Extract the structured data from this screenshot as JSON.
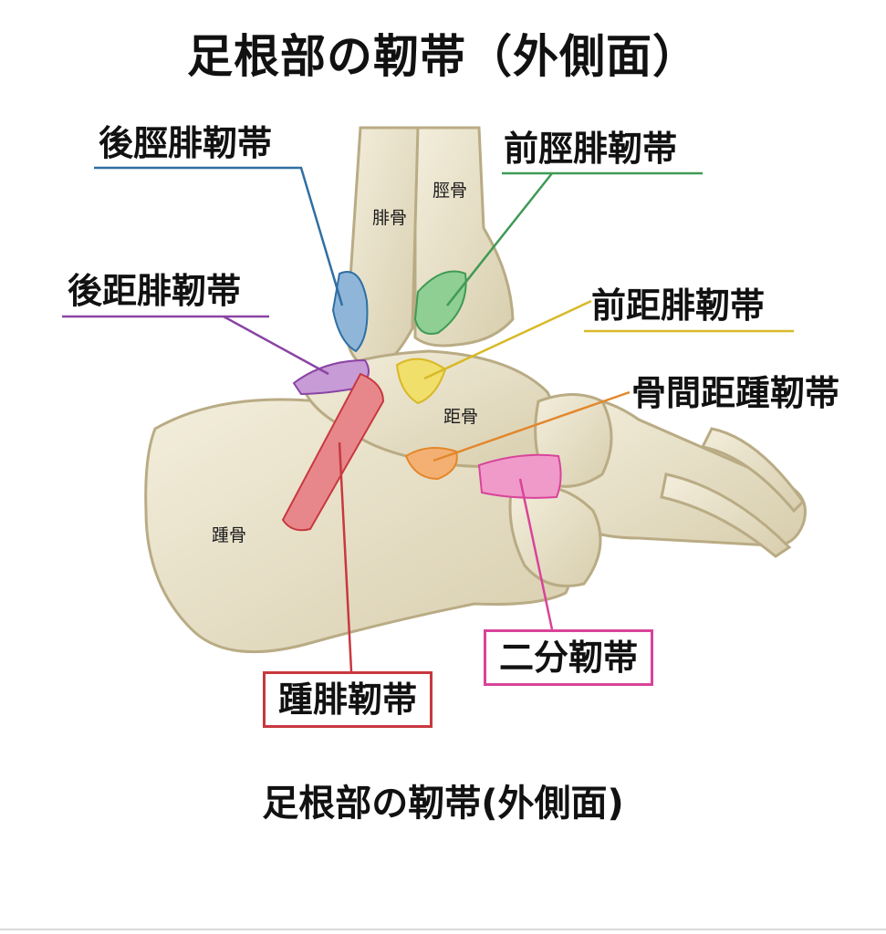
{
  "title_top": "足根部の靭帯（外側面）",
  "title_bottom": "足根部の靭帯(外側面)",
  "colors": {
    "posterior_tibiofibular": "#2f6fa3",
    "anterior_tibiofibular": "#3f9a55",
    "posterior_talofibular": "#8a44a4",
    "anterior_talofibular": "#d8b928",
    "interosseous_talocalcaneal": "#e3872b",
    "calcaneofibular": "#c8383f",
    "bifurcate": "#d8449a",
    "bone_fill": "#e9e1c8",
    "bone_outline": "#b9ab84"
  },
  "ligament_labels": {
    "posterior_tibiofibular": "後脛腓靭帯",
    "anterior_tibiofibular": "前脛腓靭帯",
    "posterior_talofibular": "後距腓靭帯",
    "anterior_talofibular": "前距腓靭帯",
    "interosseous_talocalcaneal": "骨間距踵靭帯",
    "calcaneofibular": "踵腓靭帯",
    "bifurcate": "二分靭帯"
  },
  "bone_labels": {
    "fibula": "腓骨",
    "tibia": "脛骨",
    "talus": "距骨",
    "calcaneus": "踵骨"
  }
}
